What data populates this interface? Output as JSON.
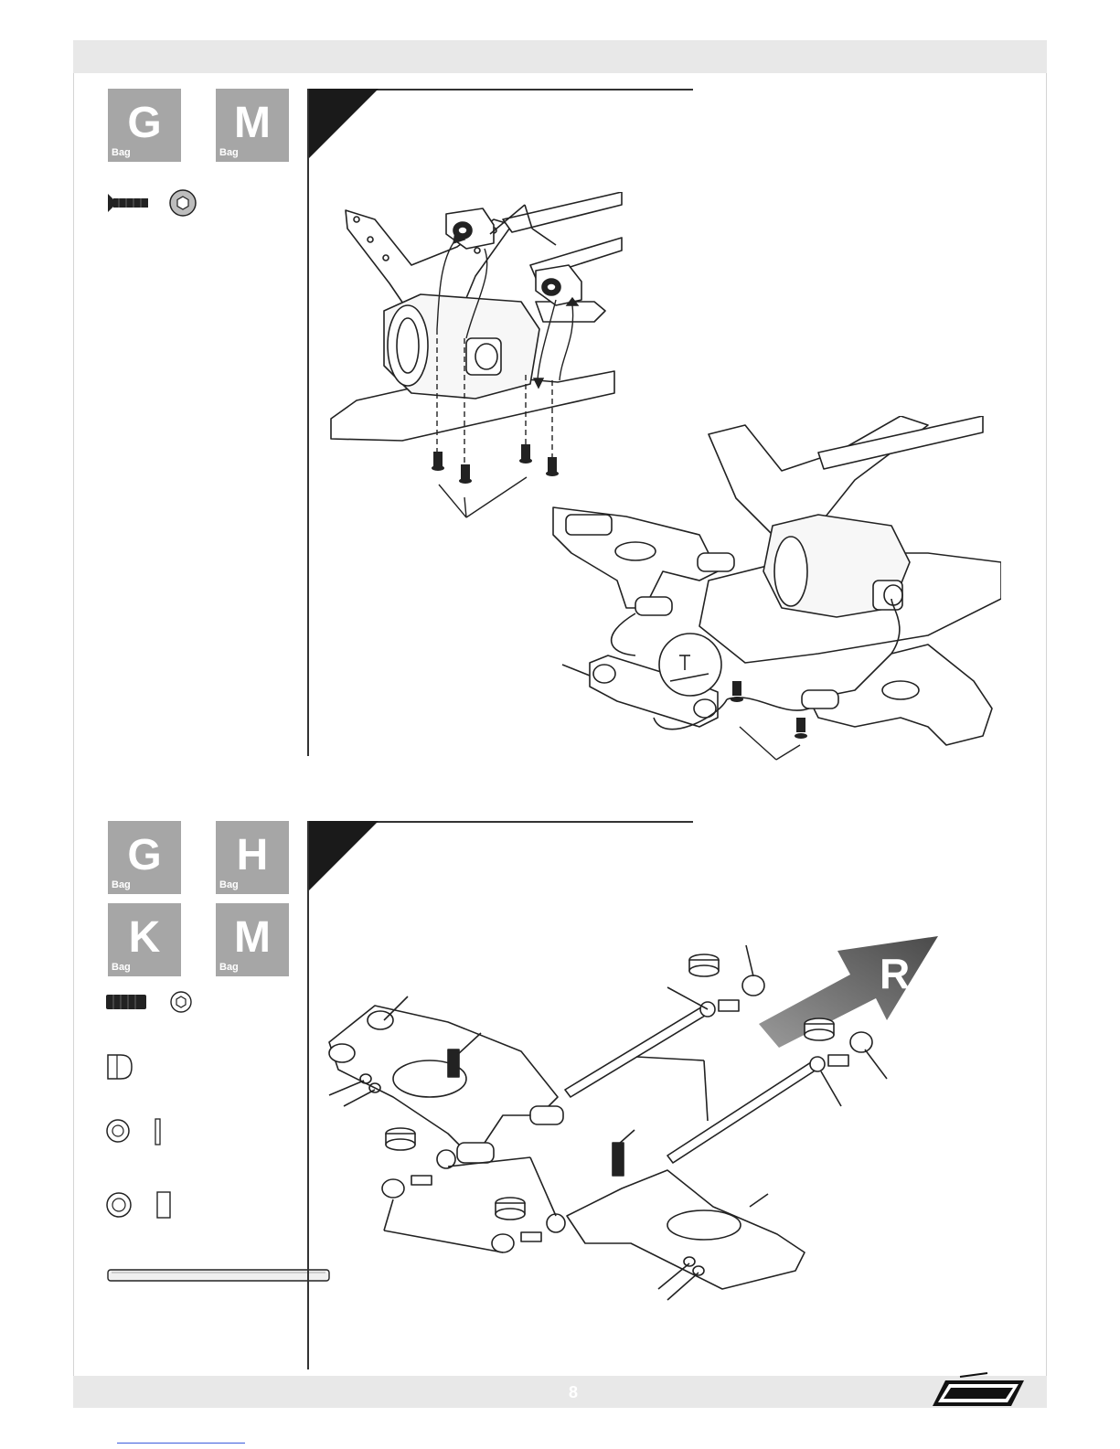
{
  "page": {
    "page_number": "8",
    "brand_logo_icon": "spec-r-logo-icon"
  },
  "steps": [
    {
      "bags": [
        {
          "letter": "G",
          "word": "Bag"
        },
        {
          "letter": "M",
          "word": "Bag"
        }
      ],
      "parts": [
        "flat-head-screw-icon",
        "hex-nut-icon"
      ]
    },
    {
      "bags": [
        {
          "letter": "G",
          "word": "Bag"
        },
        {
          "letter": "H",
          "word": "Bag"
        },
        {
          "letter": "K",
          "word": "Bag"
        },
        {
          "letter": "M",
          "word": "Bag"
        }
      ],
      "parts": [
        "set-screw-icon",
        "small-nut-icon",
        "pivot-ball-icon",
        "washer-icon",
        "pin-icon",
        "bushing-icon",
        "spacer-icon",
        "hinge-pin-rod-icon"
      ],
      "direction_label": "R"
    }
  ],
  "colors": {
    "bag_tile": "#a6a6a6",
    "arrow_gradient_start": "#9a9a9a",
    "arrow_gradient_end": "#4a4a4a",
    "band": "#e8e8e8"
  }
}
